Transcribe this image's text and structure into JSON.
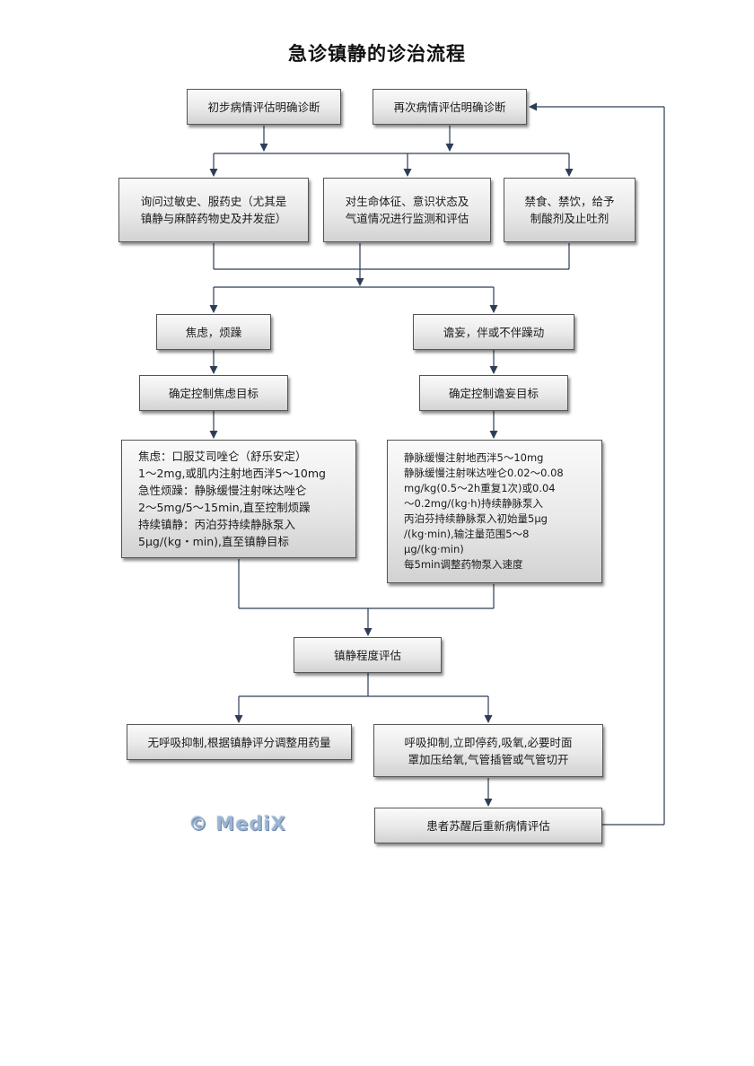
{
  "title": "急诊镇静的诊治流程",
  "nodes": {
    "initial_assessment": "初步病情评估明确诊断",
    "reassessment": "再次病情评估明确诊断",
    "history": "询问过敏史、服药史（尤其是\n镇静与麻醉药物史及并发症）",
    "monitoring": "对生命体征、意识状态及\n气道情况进行监测和评估",
    "fasting": "禁食、禁饮，给予\n制酸剂及止吐剂",
    "anxiety": "焦虑，烦躁",
    "delirium": "谵妄，伴或不伴躁动",
    "anxiety_goal": "确定控制焦虑目标",
    "delirium_goal": "确定控制谵妄目标",
    "anxiety_treatment": "焦虑：口服艾司唑仑（舒乐安定）\n    1～2mg,或肌内注射地西泮5～10mg\n急性烦躁：静脉缓慢注射咪达唑仑\n    2～5mg/5～15min,直至控制烦躁\n持续镇静：丙泊芬持续静脉泵入\n    5μg/(kg・min),直至镇静目标",
    "delirium_treatment": "静脉缓慢注射地西泮5～10mg\n静脉缓慢注射咪达唑仑0.02～0.08\n    mg/kg(0.5～2h重复1次)或0.04\n    ～0.2mg/(kg·h)持续静脉泵入\n丙泊芬持续静脉泵入初始量5μg\n    /(kg·min),输注量范围5～8\n    μg/(kg·min)\n每5min调整药物泵入速度",
    "sedation_assessment": "镇静程度评估",
    "no_resp_depression": "无呼吸抑制,根据镇静评分调整用药量",
    "resp_depression": "呼吸抑制,立即停药,吸氧,必要时面\n罩加压给氧,气管插管或气管切开",
    "recovery_reassessment": "患者苏醒后重新病情评估"
  },
  "watermark": "© MediX",
  "colors": {
    "connector": "#2d3d56",
    "box_border": "#555555"
  }
}
